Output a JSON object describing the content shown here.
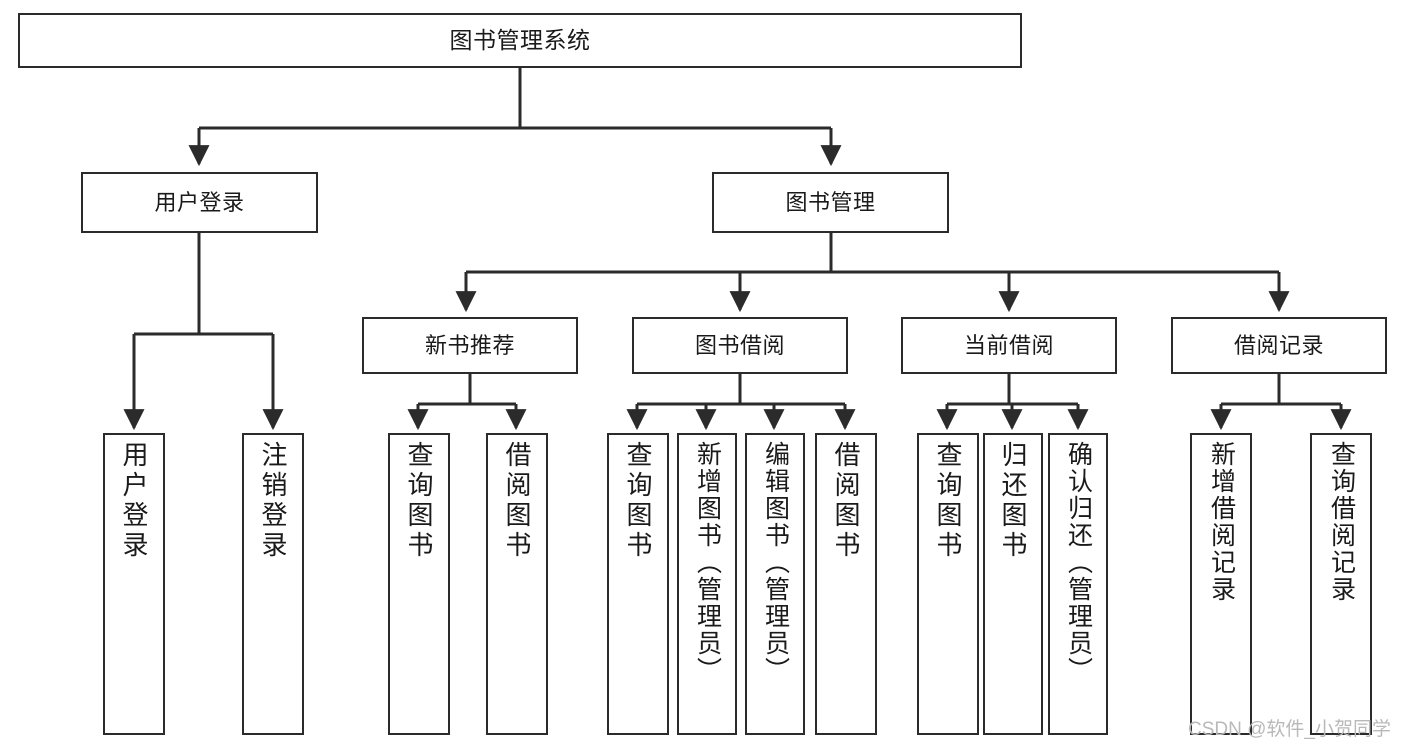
{
  "diagram": {
    "type": "tree",
    "title": "图书管理系统",
    "watermark": "CSDN @软件_小贺同学",
    "colors": {
      "stroke": "#2b2b2b",
      "fill": "#ffffff",
      "text": "#1a1a1a",
      "watermark": "#b9b9b9"
    },
    "root": {
      "label": "图书管理系统"
    },
    "level2": [
      {
        "label": "用户登录"
      },
      {
        "label": "图书管理"
      }
    ],
    "level3": [
      {
        "label": "新书推荐"
      },
      {
        "label": "图书借阅"
      },
      {
        "label": "当前借阅"
      },
      {
        "label": "借阅记录"
      }
    ],
    "leaves": [
      {
        "label": "用户登录",
        "parent": "用户登录"
      },
      {
        "label": "注销登录",
        "parent": "用户登录"
      },
      {
        "label": "查询图书",
        "parent": "新书推荐"
      },
      {
        "label": "借阅图书",
        "parent": "新书推荐"
      },
      {
        "label": "查询图书",
        "parent": "图书借阅"
      },
      {
        "label": "新增图书（管理员）",
        "parent": "图书借阅"
      },
      {
        "label": "编辑图书（管理员）",
        "parent": "图书借阅"
      },
      {
        "label": "借阅图书",
        "parent": "图书借阅"
      },
      {
        "label": "查询图书",
        "parent": "当前借阅"
      },
      {
        "label": "归还图书",
        "parent": "当前借阅"
      },
      {
        "label": "确认归还（管理员）",
        "parent": "当前借阅"
      },
      {
        "label": "新增借阅记录",
        "parent": "借阅记录"
      },
      {
        "label": "查询借阅记录",
        "parent": "借阅记录"
      }
    ]
  }
}
